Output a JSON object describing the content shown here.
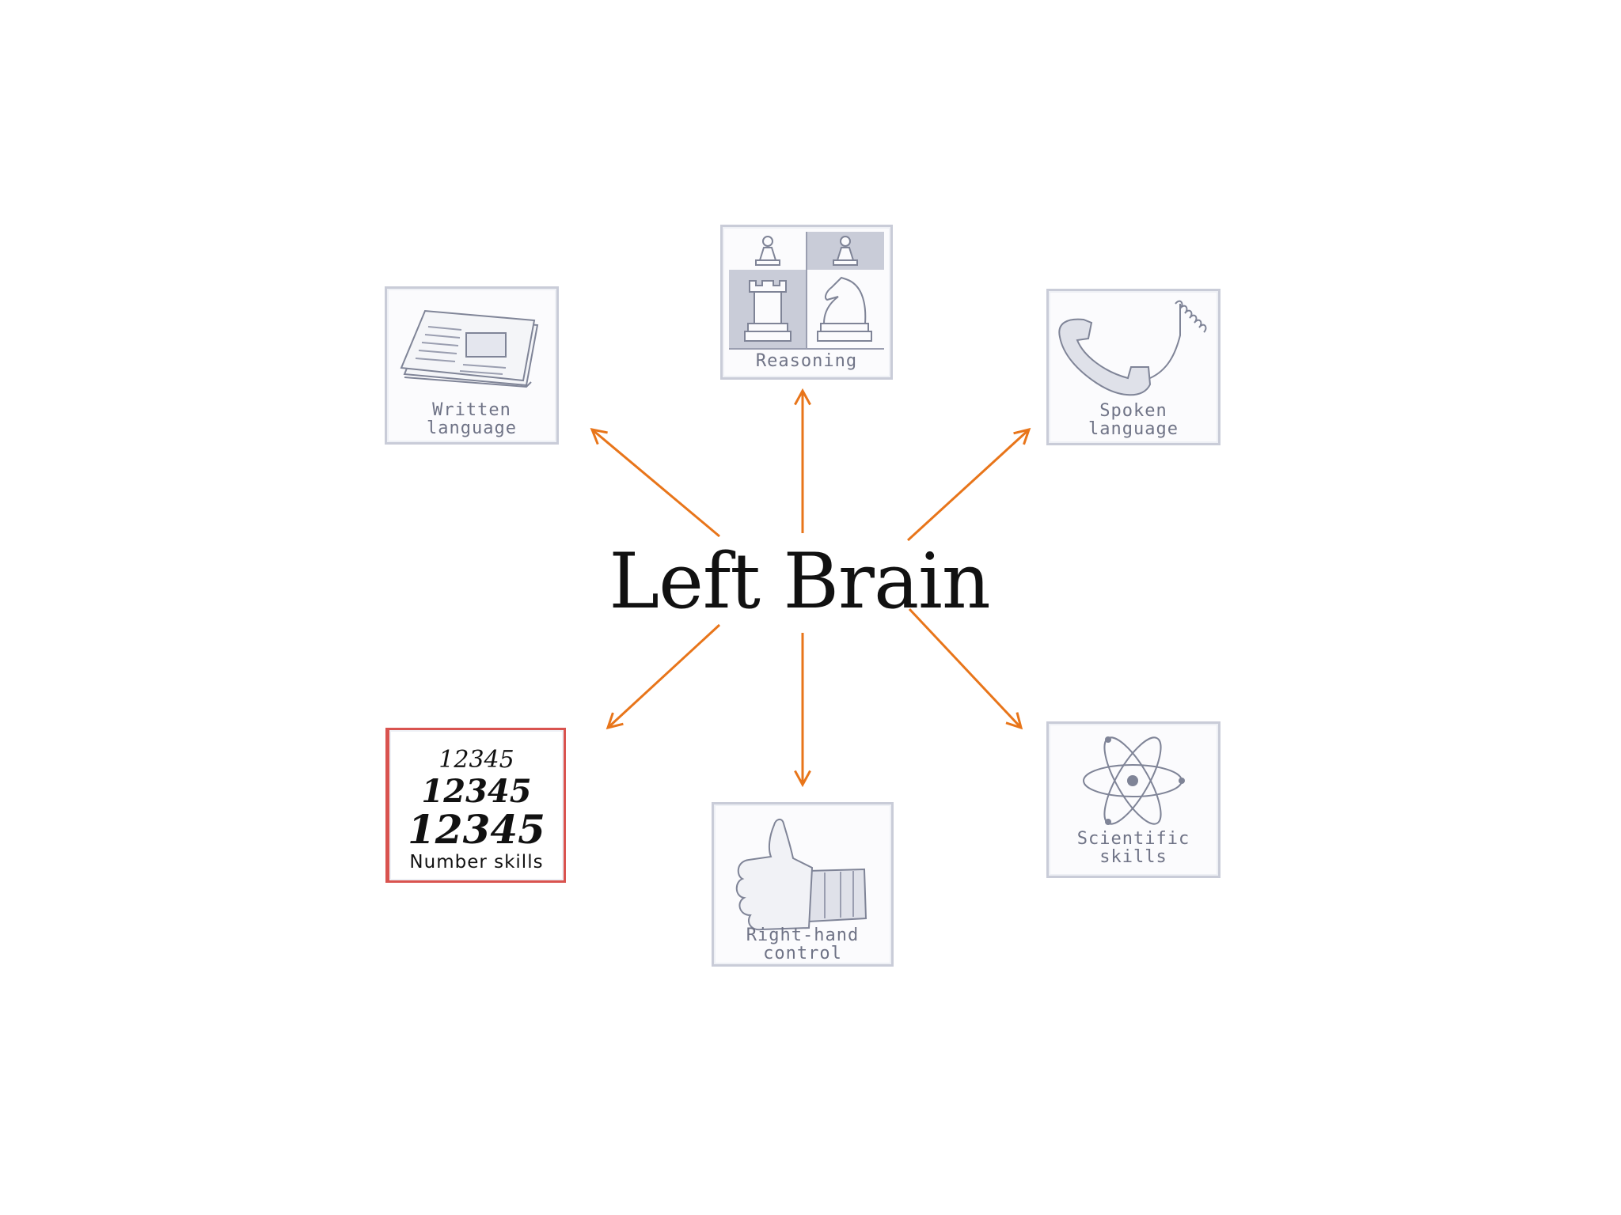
{
  "title": "Left Brain",
  "colors": {
    "arrow": "#e8751a",
    "card_border": "#c9ccd8",
    "caption": "#6f7386",
    "number_border": "#d9534f"
  },
  "nodes": {
    "reasoning": {
      "lines": [
        "Reasoning"
      ],
      "icon": "chess-pieces-icon"
    },
    "written_language": {
      "lines": [
        "Written",
        "language"
      ],
      "icon": "newspaper-icon"
    },
    "spoken_language": {
      "lines": [
        "Spoken",
        "language"
      ],
      "icon": "telephone-receiver-icon"
    },
    "number_skills": {
      "label": "Number skills",
      "numbers": [
        "12345",
        "12345",
        "12345"
      ]
    },
    "right_hand_control": {
      "lines": [
        "Right-hand",
        "control"
      ],
      "icon": "thumbs-up-hand-icon"
    },
    "scientific_skills": {
      "lines": [
        "Scientific",
        "skills"
      ],
      "icon": "atom-icon"
    }
  }
}
